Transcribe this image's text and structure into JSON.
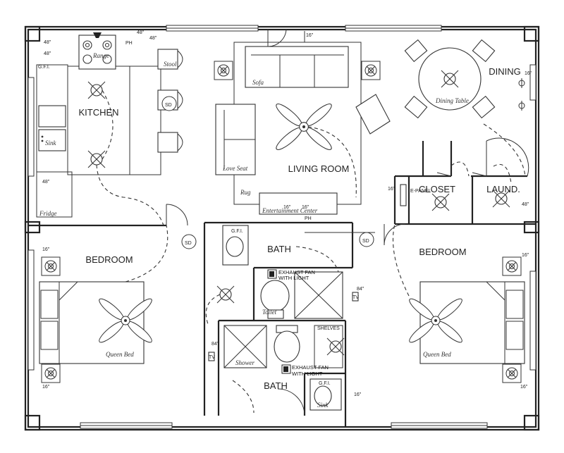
{
  "rooms": {
    "kitchen": "KITCHEN",
    "living": "LIVING ROOM",
    "dining": "DINING",
    "closet": "CLOSET",
    "laundry": "LAUND.",
    "bedroom_left": "BEDROOM",
    "bedroom_right": "BEDROOM",
    "bath_top": "BATH",
    "bath_bottom": "BATH"
  },
  "fixtures": {
    "range": "Range",
    "stool": "Stool",
    "sink": "Sink",
    "fridge": "Fridge",
    "sofa": "Sofa",
    "love_seat": "Love Seat",
    "rug": "Rug",
    "entertainment": "Entertainment Center",
    "dining_table": "Dining Table",
    "toilet": "Toilet",
    "shower": "Shower",
    "shelves": "SHELVES",
    "queen_bed_left": "Queen Bed",
    "queen_bed_right": "Queen Bed",
    "bath_sink": "Sink"
  },
  "symbols": {
    "smoke_detector": "SD",
    "gfi": "G.F.I.",
    "phone": "PH",
    "e_panel": "E-PANEL",
    "tv": "TV"
  },
  "notes": {
    "exhaust_fan_1": "EXHAUST FAN",
    "exhaust_fan_1b": "WITH LIGHT",
    "exhaust_fan_2": "EXHAUST FAN",
    "exhaust_fan_2b": "WITH LIGHT"
  },
  "dimensions": {
    "h48": "48\"",
    "h16": "16\"",
    "h84": "84\""
  }
}
